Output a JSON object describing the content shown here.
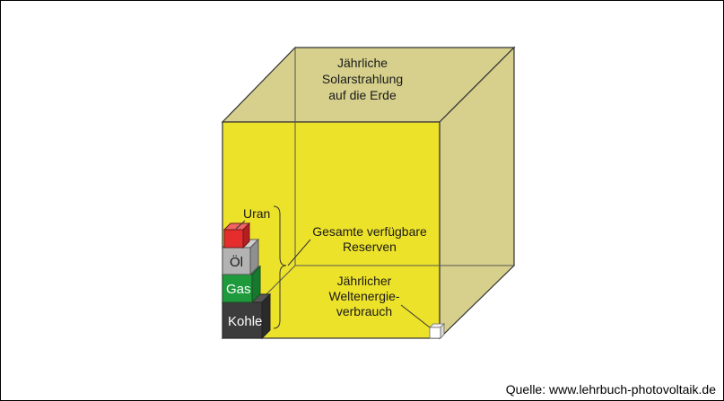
{
  "labels": {
    "solar_line1": "Jährliche",
    "solar_line2": "Solarstrahlung",
    "solar_line3": "auf die Erde",
    "reserves_line1": "Gesamte verfügbare",
    "reserves_line2": "Reserven",
    "consumption_line1": "Jährlicher",
    "consumption_line2": "Weltenergie-",
    "consumption_line3": "verbrauch",
    "uranium": "Uran",
    "oil": "Öl",
    "gas": "Gas",
    "coal": "Kohle"
  },
  "source": "Quelle: www.lehrbuch-photovoltaik.de",
  "colors": {
    "solar_cube_front": "#ede22a",
    "solar_cube_side": "#d6d08c",
    "uranium": "#e52d2d",
    "oil": "#b3b3b3",
    "gas": "#1e9a3c",
    "coal": "#3c3c3c",
    "consumption_cube": "#ffffff"
  }
}
